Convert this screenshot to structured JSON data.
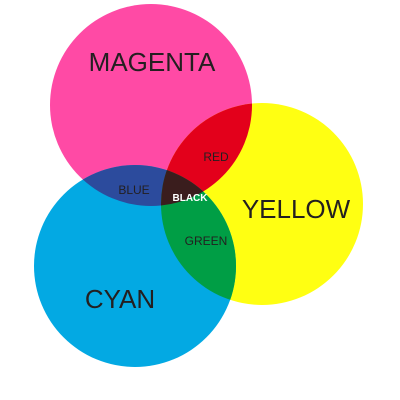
{
  "colors": {
    "magenta": "#ff4aa5",
    "yellow": "#ffff12",
    "cyan": "#03a9e3",
    "red": "#e3001b",
    "blue": "#2c4b9d",
    "green": "#009e45",
    "black": "#3a1d1d"
  },
  "labels": {
    "magenta": "MAGENTA",
    "yellow": "YELLOW",
    "cyan": "CYAN",
    "red": "RED",
    "blue": "BLUE",
    "green": "GREEN",
    "black": "BLACK"
  }
}
